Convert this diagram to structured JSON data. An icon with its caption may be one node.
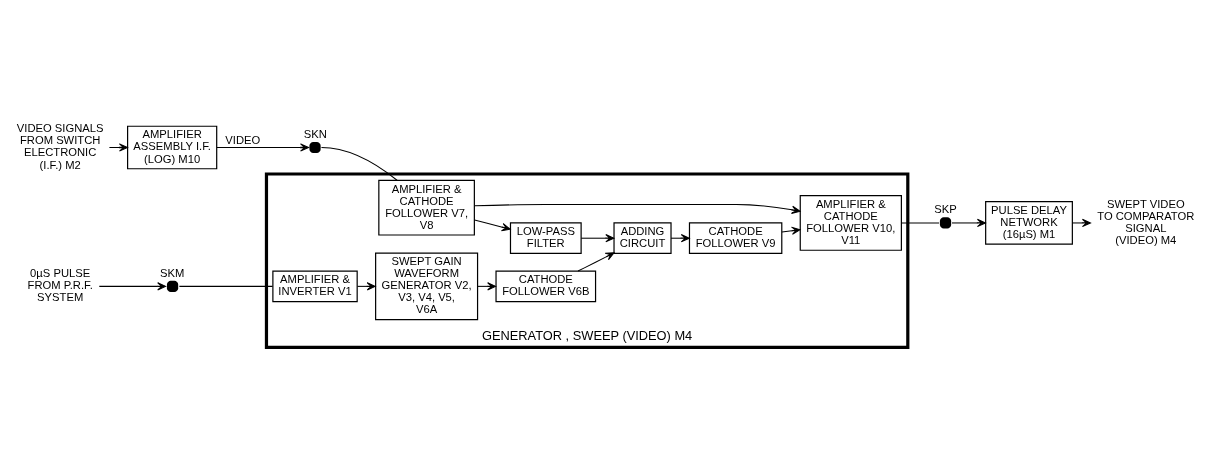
{
  "diagram": {
    "nodes": [
      {
        "text": [
          "GENERATOR , SWEEP (VIDEO) M4"
        ]
      },
      {
        "text": [
          "0µS PULSE FROM P.R.F. SYSTEM"
        ]
      },
      {
        "text": [],
        "shape": "circle",
        "beside": [
          "SKM"
        ]
      },
      {
        "text": [
          "AMPLIFIER & INVERTER V1"
        ],
        "in": 0
      },
      {
        "text": [
          "SWEPT GAIN WAVEFORM GENERATOR V2, V3, V4, V5, V6A"
        ],
        "in": 0
      },
      {
        "text": [
          "CATHODE FOLLOWER V6B"
        ],
        "in": 0
      },
      {
        "text": [
          "VIDEO SIGNALS FROM SWITCH ELECTRONIC (I.F.) M2"
        ]
      },
      {
        "text": [
          "AMPLIFIER ASSEMBLY I.F. (LOG) M10"
        ]
      },
      {
        "text": [],
        "shape": "circle",
        "beside": [
          "SKN"
        ]
      },
      {
        "text": [
          "AMPLIFIER & CATHODE FOLLOWER V7, V8"
        ],
        "in": 0
      },
      {
        "text": [
          "LOW-PASS FILTER"
        ],
        "in": 0
      },
      {
        "text": [
          "ADDING CIRCUIT"
        ],
        "in": 0
      },
      {
        "text": [
          "CATHODE FOLLOWER V9"
        ],
        "in": 0
      },
      {
        "text": [
          "AMPLIFIER & CATHODE FOLLOWER V10, V11"
        ],
        "in": 0
      },
      {
        "text": [],
        "shape": "circle",
        "beside": [
          "SKP"
        ]
      },
      {
        "text": [
          "PULSE DELAY NETWORK (16µS) M1"
        ]
      },
      {
        "text": [
          "SWEPT VIDEO TO COMPARATOR SIGNAL (VIDEO) M4"
        ]
      }
    ],
    "edges": [
      {
        "from": 1,
        "to": 2,
        "arrow": "to"
      },
      {
        "from": 2,
        "to": 3,
        "arrow": "none"
      },
      {
        "from": 3,
        "to": 4,
        "arrow": "to"
      },
      {
        "from": 4,
        "to": 5,
        "arrow": "to"
      },
      {
        "from": 5,
        "to": 11,
        "arrow": "to"
      },
      {
        "from": 6,
        "to": 7,
        "arrow": "to"
      },
      {
        "from": 7,
        "to": 8,
        "arrow": "to",
        "label": "VIDEO"
      },
      {
        "from": 8,
        "to": 9,
        "arrow": "none"
      },
      {
        "from": 9,
        "to": 10,
        "arrow": "to"
      },
      {
        "from": 10,
        "to": 11,
        "arrow": "to"
      },
      {
        "from": 11,
        "to": 12,
        "arrow": "to"
      },
      {
        "from": 12,
        "to": 13,
        "arrow": "to"
      },
      {
        "from": 9,
        "to": 13,
        "arrow": "to"
      },
      {
        "from": 13,
        "to": 14,
        "arrow": "none"
      },
      {
        "from": 14,
        "to": 15,
        "arrow": "to"
      },
      {
        "from": 15,
        "to": 16,
        "arrow": "to"
      }
    ]
  }
}
